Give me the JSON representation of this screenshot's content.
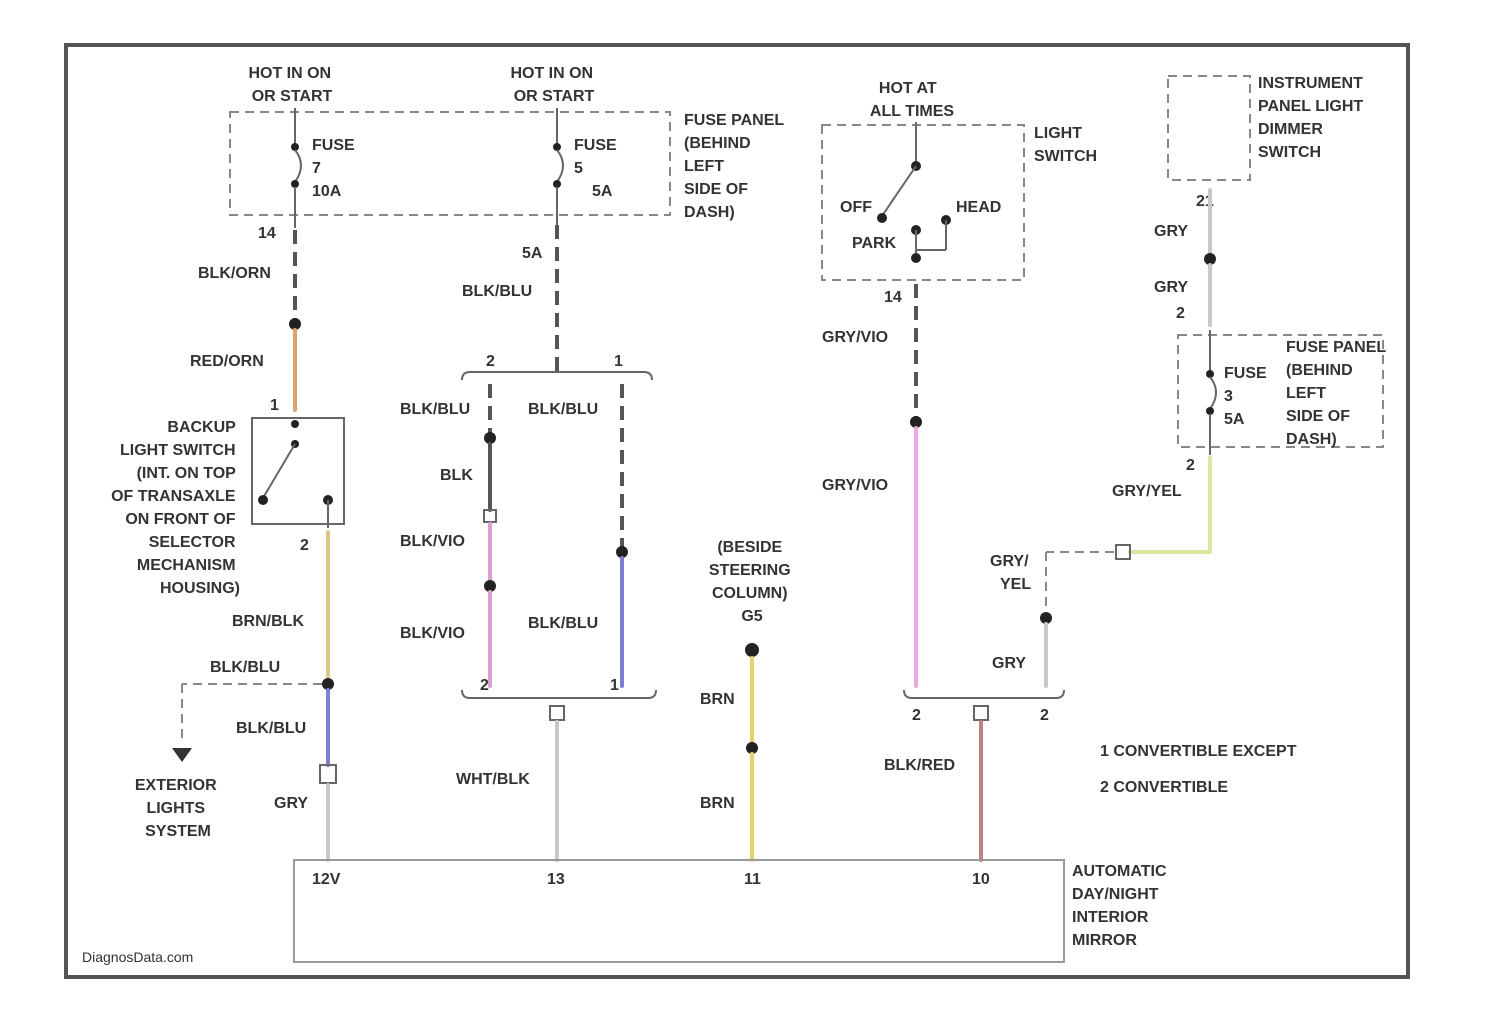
{
  "colors": {
    "border": "#555555",
    "orange": "#e0a070",
    "tan": "#e0c888",
    "blue": "#8080d0",
    "lightblue": "#9fa7dd",
    "pink": "#d9a0d0",
    "lavender": "#e8a8e0",
    "yellow": "#e8d070",
    "yellowgreen": "#dfe6a0",
    "redbrown": "#c08080",
    "gray": "#c8c8c8",
    "black": "#555555"
  },
  "supply": {
    "hot_run_1": [
      "HOT IN ON",
      "OR START"
    ],
    "hot_run_2": [
      "HOT IN ON",
      "OR START"
    ],
    "hot_all": [
      "HOT AT",
      "ALL TIMES"
    ]
  },
  "fuse_panel_label": [
    "FUSE PANEL",
    "(BEHIND",
    "LEFT",
    "SIDE OF",
    "DASH)"
  ],
  "fuse_panel_label_2": [
    "FUSE PANEL",
    "(BEHIND",
    "LEFT",
    "SIDE OF",
    "DASH)"
  ],
  "fuses": {
    "f1": {
      "name": "FUSE",
      "num": "7",
      "amp": "10A"
    },
    "f2": {
      "name": "FUSE",
      "num": "5",
      "amp": "5A"
    },
    "f3": {
      "name": "FUSE",
      "num": "3",
      "amp": "5A"
    }
  },
  "light_switch": {
    "label": [
      "LIGHT",
      "SWITCH"
    ],
    "off": "OFF",
    "park": "PARK",
    "head": "HEAD",
    "connector": "14"
  },
  "dimmer_switch": {
    "label": [
      "INSTRUMENT",
      "PANEL LIGHT",
      "DIMMER",
      "SWITCH"
    ]
  },
  "backup_switch": {
    "label": [
      "BACKUP",
      "LIGHT SWITCH",
      "(INT. ON TOP",
      "OF TRANSAXLE",
      "ON FRONT OF",
      "SELECTOR",
      "MECHANISM",
      "HOUSING)"
    ]
  },
  "steering_column": {
    "label": [
      "(BESIDE",
      "STEERING",
      "COLUMN)",
      "G5"
    ]
  },
  "exterior": {
    "label": [
      "EXTERIOR",
      "LIGHTS",
      "SYSTEM"
    ]
  },
  "mirror": {
    "label": [
      "AUTOMATIC",
      "DAY/NIGHT",
      "INTERIOR",
      "MIRROR"
    ],
    "pins": [
      "12V",
      "13",
      "11",
      "10"
    ]
  },
  "wires": {
    "blk_orn": "BLK/ORN",
    "red_orn": "RED/ORN",
    "brn_blk": "BRN/BLK",
    "blk_blu_1": "BLK/BLU",
    "blk_blu_2": "BLK/BLU",
    "gry_1": "GRY",
    "blk_blu_main": "BLK/BLU",
    "blk_blu_left": "BLK/BLU",
    "blk_blu_right": "BLK/BLU",
    "blk": "BLK",
    "blk_vio_1": "BLK/VIO",
    "blk_vio_2": "BLK/VIO",
    "blk_blu_3": "BLK/BLU",
    "wht_blk": "WHT/BLK",
    "brn_1": "BRN",
    "brn_2": "BRN",
    "gry_vio_1": "GRY/VIO",
    "gry_vio_2": "GRY/VIO",
    "blk_red": "BLK/RED",
    "gry_top": "GRY",
    "gry_mid": "GRY",
    "gry_yel": "GRY/YEL",
    "gry_yel_2": "GRY/",
    "gry_yel_2b": "YEL",
    "gry_low": "GRY"
  },
  "connectors": {
    "c14a": "14",
    "c5a": "5A",
    "c2a": "2",
    "c1a": "1",
    "c1b": "1",
    "c2b": "2",
    "c1c": "1",
    "c2c": "2",
    "c2d": "2",
    "c21": "21",
    "c2e": "2",
    "c2f": "2"
  },
  "legend": [
    "1  CONVERTIBLE EXCEPT",
    "2  CONVERTIBLE"
  ],
  "watermark": "DiagnosData.com"
}
